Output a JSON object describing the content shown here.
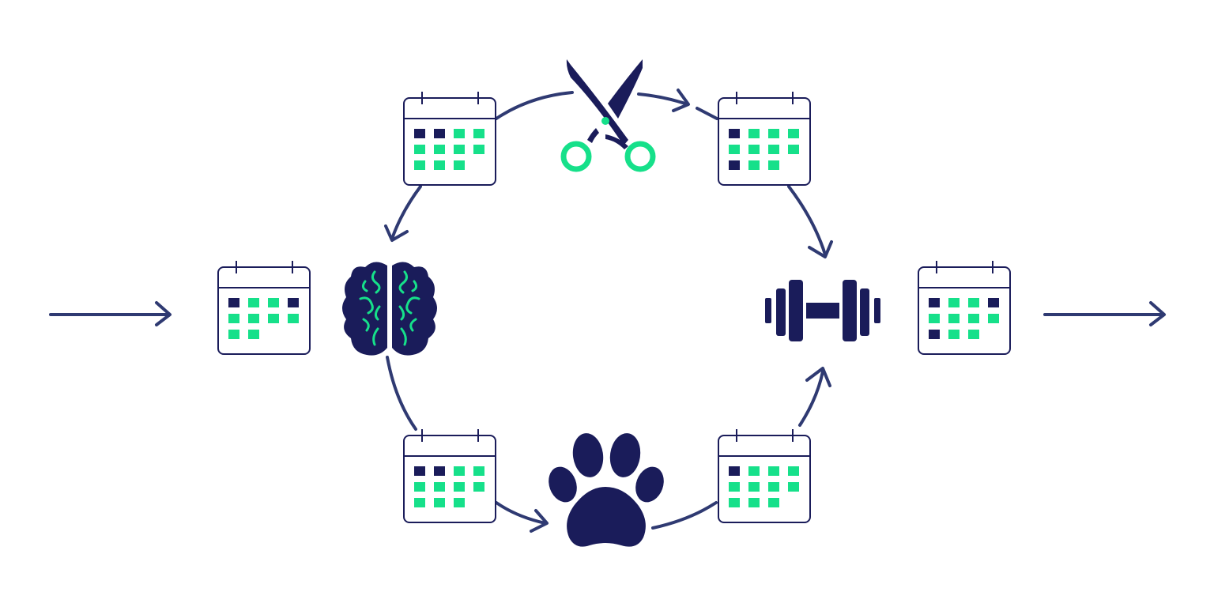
{
  "colors": {
    "navy": "#1a1c5a",
    "arrow": "#2f3a72",
    "green": "#16e08a",
    "background": "#ffffff"
  },
  "calendars": [
    {
      "id": "input",
      "cells": [
        [
          "busy",
          "free",
          "free",
          "busy"
        ],
        [
          "free",
          "free",
          "free",
          "free"
        ],
        [
          "free",
          "free"
        ]
      ]
    },
    {
      "id": "top-left",
      "cells": [
        [
          "busy",
          "busy",
          "free",
          "free"
        ],
        [
          "free",
          "free",
          "free",
          "free"
        ],
        [
          "free",
          "free",
          "free"
        ]
      ]
    },
    {
      "id": "top-right",
      "cells": [
        [
          "busy",
          "free",
          "free",
          "free"
        ],
        [
          "free",
          "free",
          "free",
          "free"
        ],
        [
          "busy",
          "free",
          "free"
        ]
      ]
    },
    {
      "id": "bottom-left",
      "cells": [
        [
          "busy",
          "busy",
          "free",
          "free"
        ],
        [
          "free",
          "free",
          "free",
          "free"
        ],
        [
          "free",
          "free",
          "free"
        ]
      ]
    },
    {
      "id": "bottom-right",
      "cells": [
        [
          "busy",
          "free",
          "free",
          "free"
        ],
        [
          "free",
          "free",
          "free",
          "free"
        ],
        [
          "free",
          "free",
          "free"
        ]
      ]
    },
    {
      "id": "output",
      "cells": [
        [
          "busy",
          "free",
          "free",
          "busy"
        ],
        [
          "free",
          "free",
          "free",
          "free"
        ],
        [
          "busy",
          "free",
          "free"
        ]
      ]
    }
  ],
  "icons": {
    "center_top": "scissors-icon",
    "left": "brain-icon",
    "right": "dumbbell-icon",
    "center_bottom": "paw-icon"
  }
}
